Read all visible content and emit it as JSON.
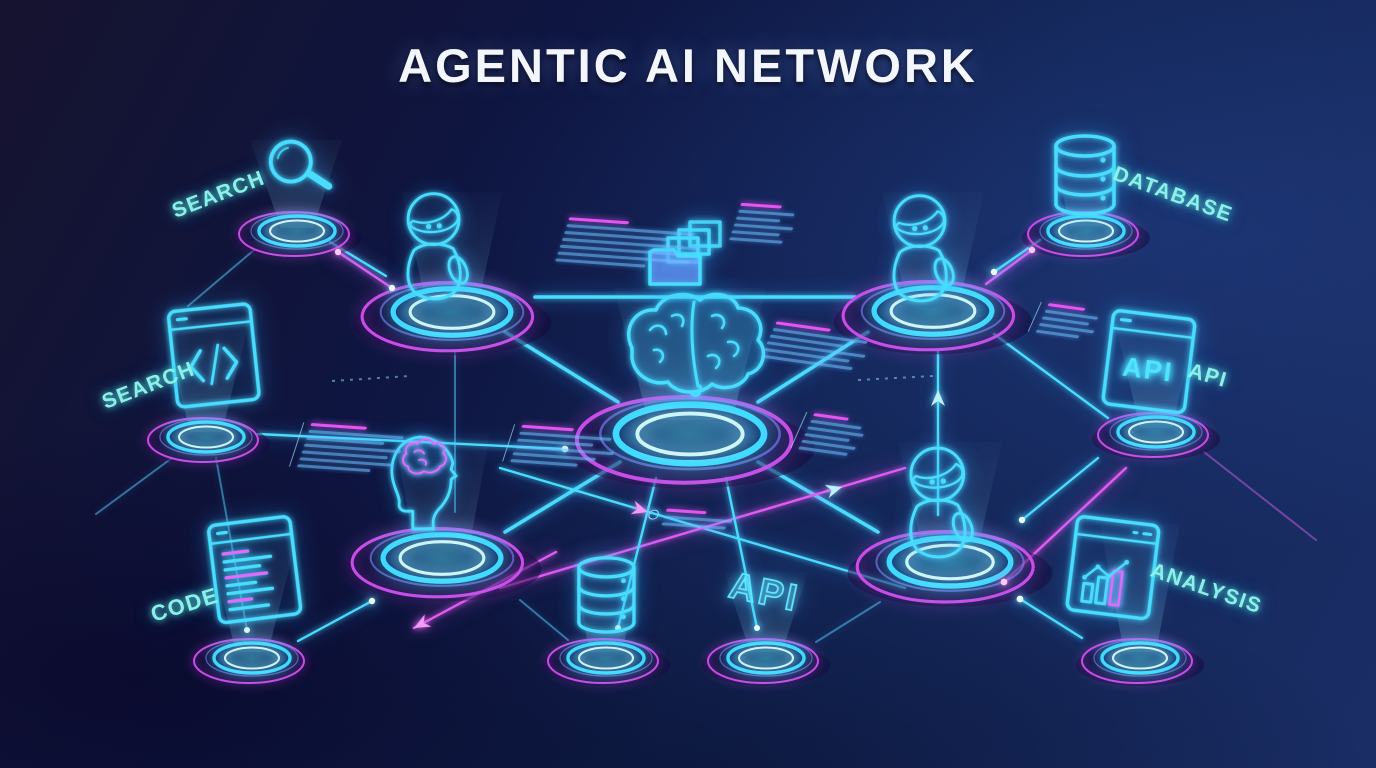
{
  "title": "AGENTIC AI NETWORK",
  "labels": {
    "search_top": "SEARCH",
    "search_left": "SEARCH",
    "code": "CODE",
    "database": "DATABASE",
    "api": "API",
    "analysis": "ANALYSIS"
  },
  "icon_texts": {
    "api_window": "API",
    "api_floor": "API"
  },
  "icons": [
    "magnifier-icon",
    "code-window-icon",
    "code-editor-icon",
    "database-icon",
    "api-window-icon",
    "analysis-chart-icon",
    "brain-icon",
    "robot-agent-icon",
    "human-head-brain-icon",
    "folder-documents-icon"
  ],
  "colors": {
    "background_start": "#16132f",
    "background_end": "#1a2e66",
    "neon_cyan": "#49dcff",
    "neon_magenta": "#e455f2",
    "label_teal": "#8df0e8",
    "title_white": "#f3f6fd"
  }
}
